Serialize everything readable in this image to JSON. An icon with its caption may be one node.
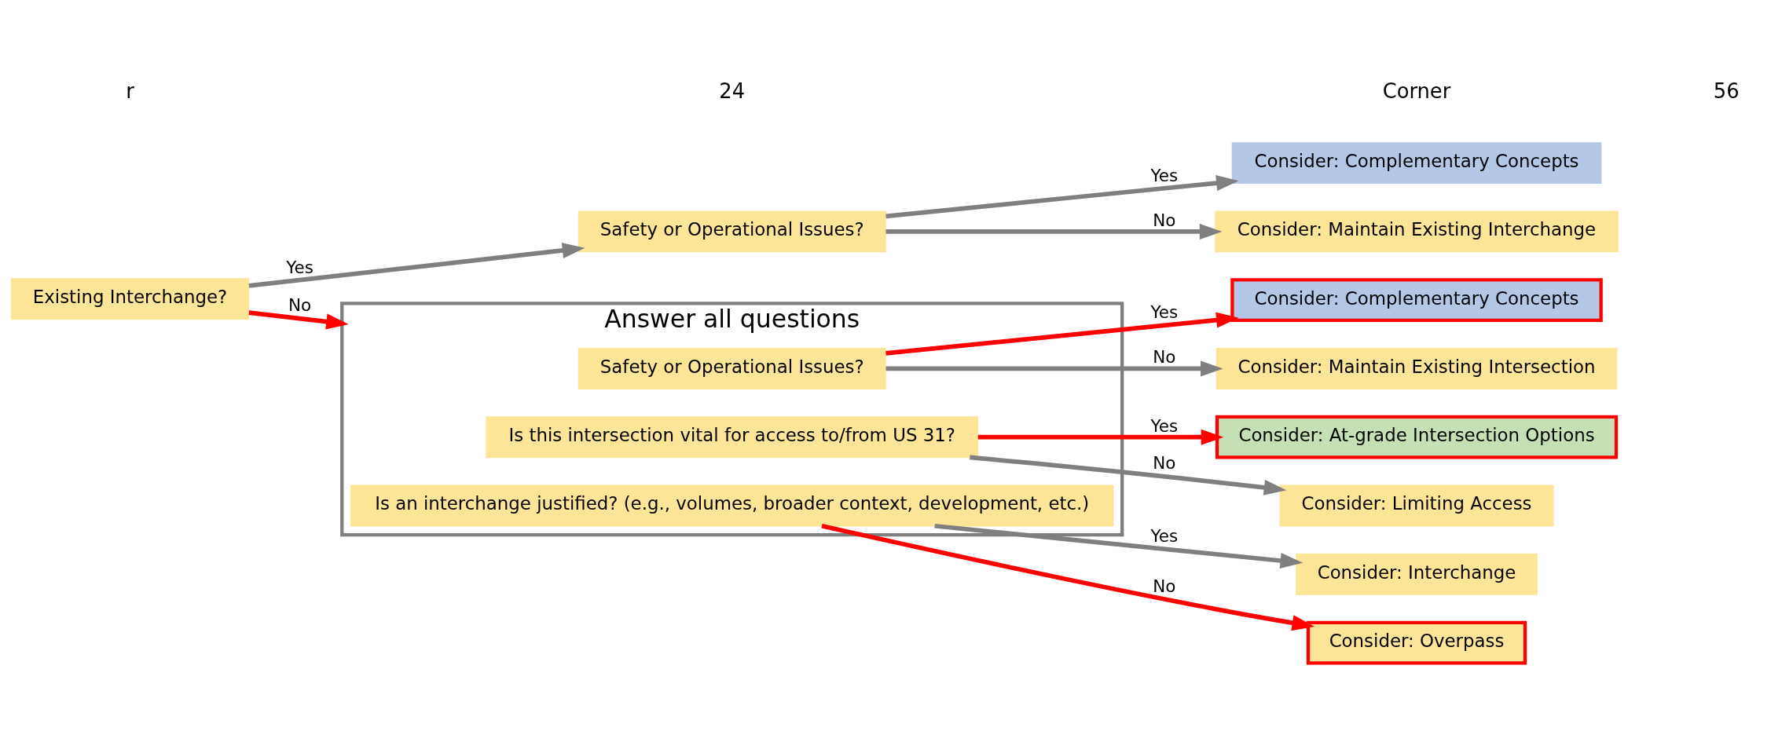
{
  "diagram": {
    "nodes": [
      {
        "text": [
          "Existing Interchange?"
        ]
      },
      {
        "text": [
          "Safety or Operational Issues?"
        ]
      },
      {
        "text": [
          "Consider: Complementary Concepts"
        ]
      },
      {
        "text": [
          "Consider: Maintain Existing Interchange"
        ]
      },
      {
        "text": [
          "Answer all questions"
        ]
      },
      {
        "text": [
          "Safety or Operational Issues?"
        ],
        "in": 4
      },
      {
        "text": [
          "Consider: Complementary Concepts"
        ]
      },
      {
        "text": [
          "Consider: Maintain Existing Intersection"
        ]
      },
      {
        "text": [
          "Is this intersection vital for access to/from US 31?"
        ],
        "in": 4
      },
      {
        "text": [
          "Consider: At-grade Intersection Options"
        ]
      },
      {
        "text": [
          "Consider: Limiting Access"
        ]
      },
      {
        "text": [
          "Is an interchange justified? (e.g., volumes, broader context, development, etc.)"
        ],
        "in": 4
      },
      {
        "text": [
          "Consider: Interchange"
        ]
      },
      {
        "text": [
          "Consider: Overpass"
        ]
      }
    ],
    "edges": [
      {
        "from": 0,
        "to": 1,
        "arrow": "to",
        "label": "Yes"
      },
      {
        "from": 0,
        "to": 4,
        "arrow": "to",
        "label": "No",
        "color": "#ff0000"
      },
      {
        "from": 1,
        "to": 2,
        "arrow": "to",
        "label": "Yes"
      },
      {
        "from": 1,
        "to": 3,
        "arrow": "to",
        "label": "No"
      },
      {
        "from": 5,
        "to": 6,
        "arrow": "to",
        "label": "Yes",
        "color": "#ff0000"
      },
      {
        "from": 5,
        "to": 7,
        "arrow": "to",
        "label": "No"
      },
      {
        "from": 8,
        "to": 9,
        "arrow": "to",
        "label": "Yes",
        "color": "#ff0000"
      },
      {
        "from": 8,
        "to": 10,
        "arrow": "to",
        "label": "No"
      },
      {
        "from": 11,
        "to": 12,
        "arrow": "to",
        "label": "Yes"
      },
      {
        "from": 11,
        "to": 13,
        "arrow": "to",
        "label": "No",
        "color": "#ff0000"
      }
    ],
    "labels": [
      "r",
      "24",
      "Corner",
      "56"
    ]
  }
}
